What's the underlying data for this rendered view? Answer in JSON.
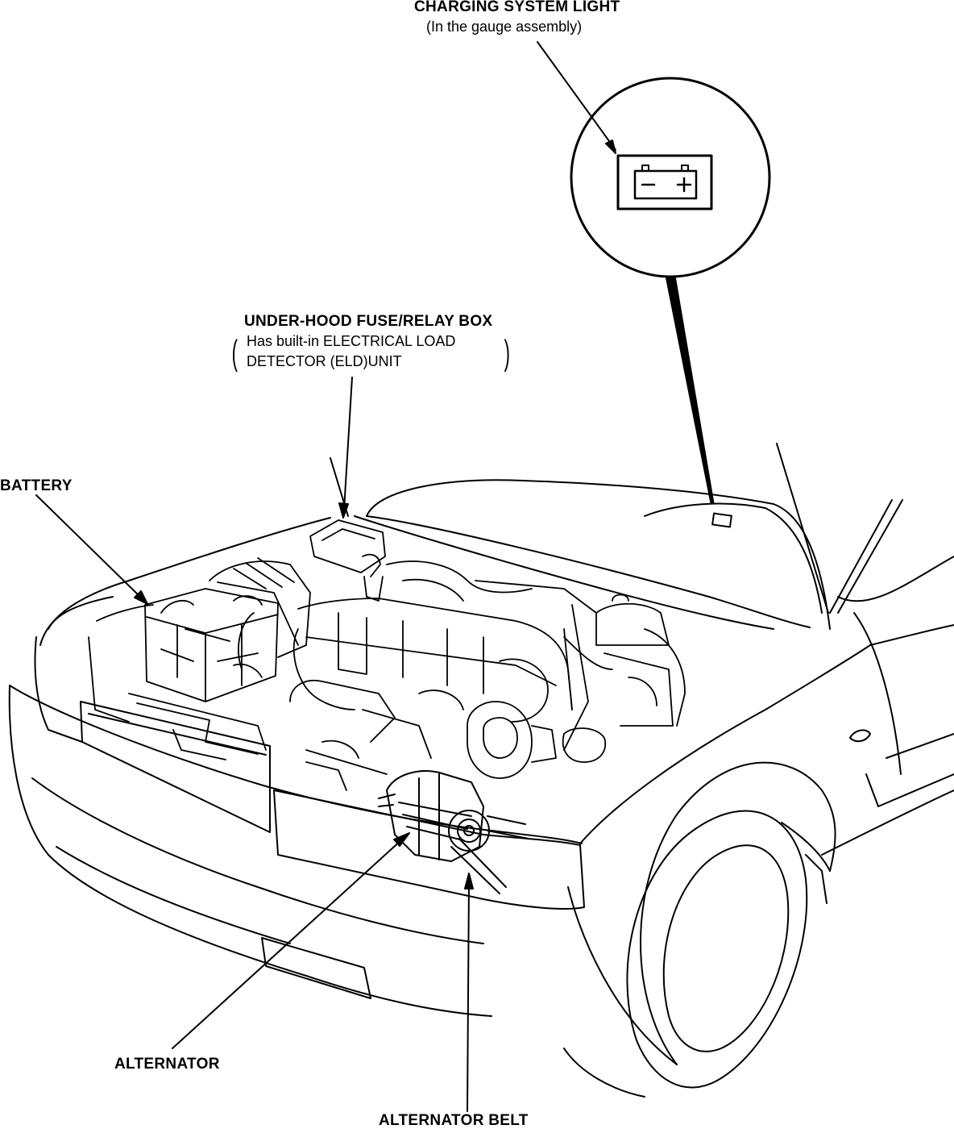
{
  "callouts": {
    "charging_light": {
      "title": "CHARGING SYSTEM LIGHT",
      "sub": "(In the gauge assembly)"
    },
    "fuse_box": {
      "title": "UNDER-HOOD FUSE/RELAY BOX",
      "line1": "Has built-in ELECTRICAL LOAD",
      "line2": "DETECTOR (ELD)UNIT"
    },
    "battery": {
      "title": "BATTERY"
    },
    "alternator": {
      "title": "ALTERNATOR"
    },
    "alternator_belt": {
      "title": "ALTERNATOR BELT"
    }
  },
  "icons": {
    "battery_symbol": "battery-warning-icon"
  },
  "colors": {
    "ink": "#000000",
    "paper": "#ffffff"
  }
}
